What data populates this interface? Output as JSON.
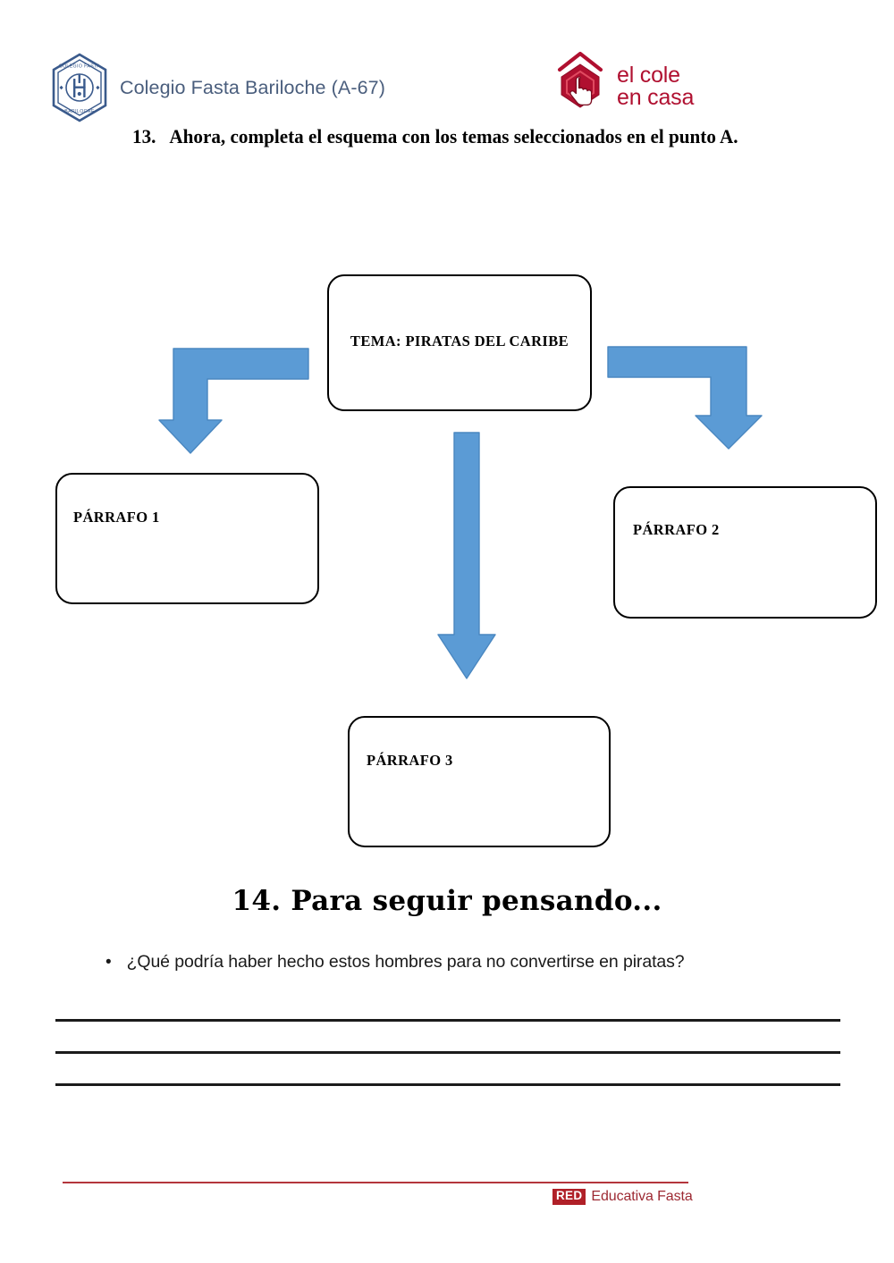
{
  "header": {
    "school_logo_icon": "colegio-fasta-crest-icon",
    "school_name": "Colegio Fasta Bariloche (A-67)",
    "crest_text_top": "COLEGIO FASTA",
    "crest_text_bottom": "BARILOCHE",
    "program_logo_icon": "el-cole-en-casa-hand-house-icon",
    "program_line1": "el cole",
    "program_line2": "en casa",
    "program_color": "#B01030",
    "school_name_color": "#4A5E7D"
  },
  "questions": {
    "q13_number": "13.",
    "q13_text": "Ahora, completa el esquema con los temas seleccionados en el punto A.",
    "q14_text": "14. Para seguir pensando..."
  },
  "diagram": {
    "accent_color": "#5B9BD5",
    "accent_border_color": "#4A87C0",
    "box_border_color": "#000000",
    "boxes": [
      {
        "id": "tema",
        "label": "TEMA: PIRATAS DEL CARIBE"
      },
      {
        "id": "parrafo1",
        "label": "PÁRRAFO 1"
      },
      {
        "id": "parrafo2",
        "label": "PÁRRAFO 2"
      },
      {
        "id": "parrafo3",
        "label": "PÁRRAFO 3"
      }
    ],
    "arrows": [
      {
        "id": "left",
        "icon": "elbow-arrow-down-left-icon"
      },
      {
        "id": "down",
        "icon": "arrow-down-icon"
      },
      {
        "id": "right",
        "icon": "elbow-arrow-down-right-icon"
      }
    ]
  },
  "reflection": {
    "bullet_glyph": "•",
    "question": "¿Qué podría haber hecho estos hombres para no convertirse en piratas?",
    "answer_lines": [
      "",
      "",
      ""
    ]
  },
  "footer": {
    "rule_color": "#B4353C",
    "badge_text": "RED",
    "brand_text": "Educativa Fasta",
    "badge_bg": "#B02028",
    "brand_color": "#9D2A33"
  }
}
